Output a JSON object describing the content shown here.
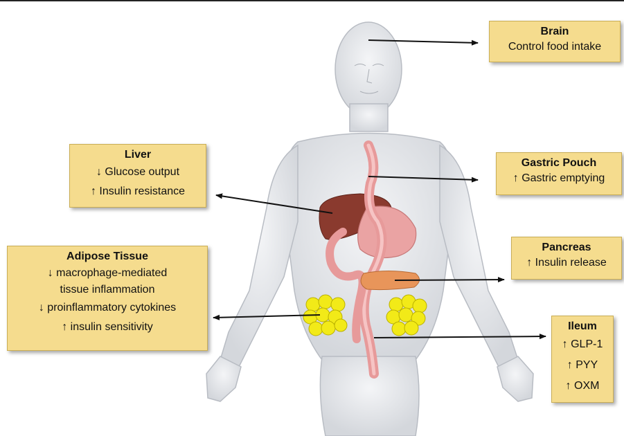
{
  "boxes": {
    "brain": {
      "title": "Brain",
      "lines": [
        "Control food intake"
      ]
    },
    "gastric_pouch": {
      "title": "Gastric Pouch",
      "lines": [
        "↑ Gastric emptying"
      ]
    },
    "pancreas": {
      "title": "Pancreas",
      "lines": [
        "↑ Insulin release"
      ]
    },
    "ileum": {
      "title": "Ileum",
      "lines": [
        "↑ GLP-1",
        "↑ PYY",
        "↑ OXM"
      ]
    },
    "liver": {
      "title": "Liver",
      "lines": [
        "↓ Glucose output",
        "↑ Insulin resistance"
      ]
    },
    "adipose": {
      "title": "Adipose Tissue",
      "lines": [
        "↓  macrophage-mediated",
        "tissue inflammation",
        "↓ proinflammatory cytokines",
        "↑ insulin sensitivity"
      ]
    }
  },
  "colors": {
    "box_fill": "#f5dc8e",
    "box_border": "#c9ad55",
    "body": "#e4e6ea",
    "liver": "#8a3a2e",
    "intestine": "#eaa3a3",
    "pancreas": "#e8955a",
    "fat": "#f2ea18"
  }
}
